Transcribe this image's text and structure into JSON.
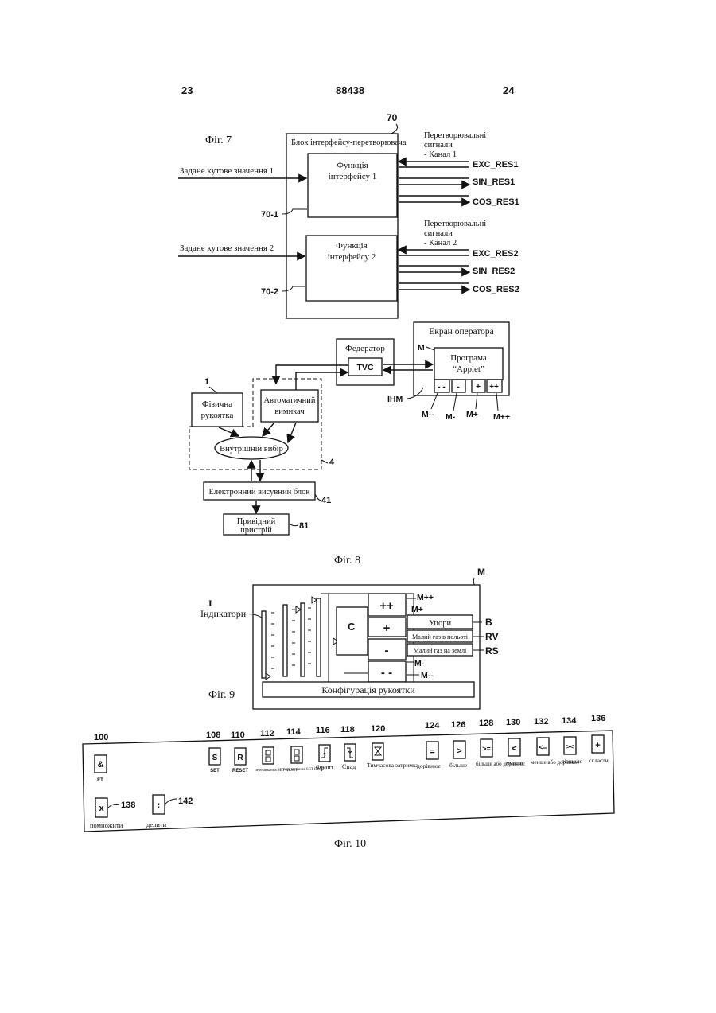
{
  "header": {
    "page_left": "23",
    "doc_number": "88438",
    "page_right": "24"
  },
  "fig7": {
    "caption": "Фіг. 7",
    "ref_70": "70",
    "block_title": "Блок інтерфейсу-перетворювача",
    "input1": "Задане кутове значення 1",
    "input2": "Задане кутове значення 2",
    "func1_l1": "Функція",
    "func1_l2": "інтерфейсу 1",
    "func2_l1": "Функція",
    "func2_l2": "інтерфейсу 2",
    "ref_70_1": "70-1",
    "ref_70_2": "70-2",
    "ch1_l1": "Перетворювальні",
    "ch1_l2": "сигнали",
    "ch1_l3": "- Канал 1",
    "ch2_l1": "Перетворювальні",
    "ch2_l2": "сигнали",
    "ch2_l3": "- Канал 2",
    "sig_exc1": "EXC_RES1",
    "sig_sin1": "SIN_RES1",
    "sig_cos1": "COS_RES1",
    "sig_exc2": "EXC_RES2",
    "sig_sin2": "SIN_RES2",
    "sig_cos2": "COS_RES2"
  },
  "fig8": {
    "caption": "Фіг. 8",
    "operator_screen": "Екран оператора",
    "federator": "Федератор",
    "tvc": "TVC",
    "program_l1": "Програма",
    "program_l2": "“Applet”",
    "ref_m": "M",
    "ref_ihm": "IHM",
    "key_mm": "- -",
    "key_m": "-",
    "key_p": "+",
    "key_pp": "++",
    "lbl_mm": "M--",
    "lbl_m": "M-",
    "lbl_p": "M+",
    "lbl_pp": "M++",
    "ref_1": "1",
    "handle_l1": "Фізична",
    "handle_l2": "рукоятка",
    "switch_l1": "Автоматичний",
    "switch_l2": "вимикач",
    "internal_select": "Внутрішній вибір",
    "ref_4": "4",
    "electronic_block": "Електронний висувний блок",
    "ref_41": "41",
    "drive_l1": "Привідний",
    "drive_l2": "пристрій",
    "ref_81": "81"
  },
  "fig9": {
    "caption": "Фіг. 9",
    "ref_m": "M",
    "ref_i": "I",
    "indicators": "Індикатори",
    "btn_pp": "++",
    "btn_p": "+",
    "btn_m": "-",
    "btn_mm": "- -",
    "c_label": "C",
    "stops": "Упори",
    "idle_flight": "Малий газ в польоті",
    "idle_ground": "Малий газ на землі",
    "ref_b": "B",
    "ref_rv": "RV",
    "ref_rs": "RS",
    "lbl_mpp": "M++",
    "lbl_mp": "M+",
    "lbl_mm": "M-",
    "lbl_mmm": "M--",
    "config": "Конфігурація рукоятки"
  },
  "fig10": {
    "caption": "Фіг. 10",
    "items": [
      {
        "ref": "100",
        "sym": "&",
        "label": "ET"
      },
      {
        "ref": "108",
        "sym": "S",
        "label": "SET"
      },
      {
        "ref": "110",
        "sym": "R",
        "label": "RESET"
      },
      {
        "ref": "112",
        "sym": "",
        "label": "перемикання SET-RESET"
      },
      {
        "ref": "114",
        "sym": "",
        "label": "перемикання SET-RESET"
      },
      {
        "ref": "116",
        "sym": "",
        "label": "Фронт"
      },
      {
        "ref": "118",
        "sym": "",
        "label": "Спад"
      },
      {
        "ref": "120",
        "sym": "",
        "label": "Тимчасова затримка"
      },
      {
        "ref": "124",
        "sym": "=",
        "label": "дорівнює"
      },
      {
        "ref": "126",
        "sym": ">",
        "label": "більше"
      },
      {
        "ref": "128",
        "sym": ">=",
        "label": "більше або дорівнює"
      },
      {
        "ref": "130",
        "sym": "<",
        "label": "менше"
      },
      {
        "ref": "132",
        "sym": "<=",
        "label": "менше або дорівнює"
      },
      {
        "ref": "134",
        "sym": "><",
        "label": "різницю"
      },
      {
        "ref": "136",
        "sym": "+",
        "label": "скласти"
      },
      {
        "ref": "138",
        "sym": "x",
        "label": "помножити"
      },
      {
        "ref": "142",
        "sym": ":",
        "label": "делити"
      }
    ]
  }
}
